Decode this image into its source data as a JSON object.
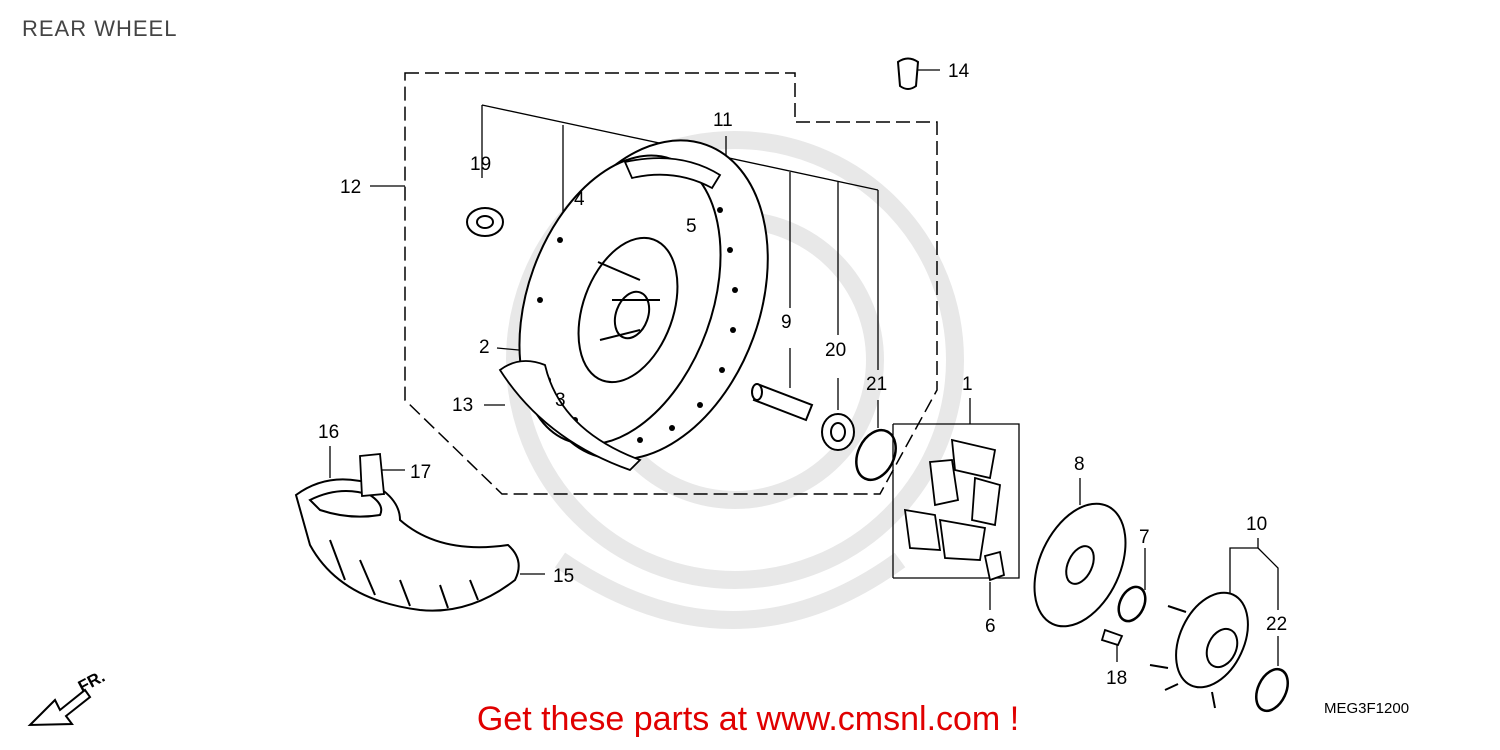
{
  "title": "REAR WHEEL",
  "diagram_code": "MEG3F1200",
  "promo_text": "Get these parts at www.cmsnl.com !",
  "direction_label": "FR.",
  "callouts": [
    "1",
    "2",
    "3",
    "4",
    "5",
    "6",
    "7",
    "8",
    "9",
    "10",
    "11",
    "12",
    "13",
    "14",
    "15",
    "16",
    "17",
    "18",
    "19",
    "20",
    "21",
    "22"
  ],
  "colors": {
    "promo": "#e00000",
    "line": "#000000",
    "watermark": "#e6e6e6"
  }
}
